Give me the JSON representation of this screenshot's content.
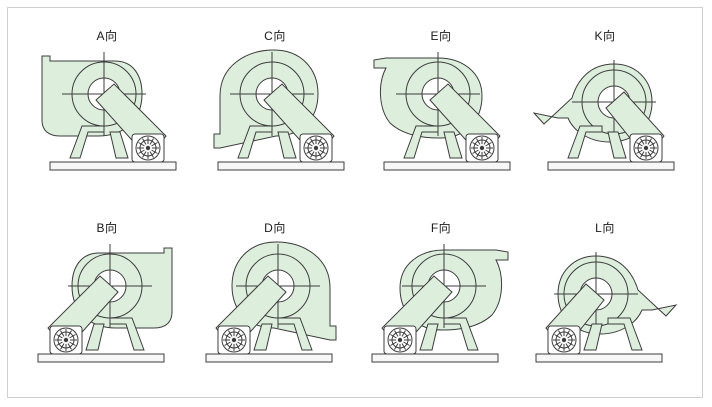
{
  "colors": {
    "body_fill": "#ddeedd",
    "stroke": "#3c3c3c",
    "base_fill": "#f7f7f7",
    "frame_border": "#cfcfcf"
  },
  "fans": [
    {
      "label": "A向",
      "outlet": "top-left-up",
      "motor_side": "right",
      "mirrored": false
    },
    {
      "label": "C向",
      "outlet": "left-down",
      "motor_side": "right",
      "mirrored": false
    },
    {
      "label": "E向",
      "outlet": "top-left-horizontal",
      "motor_side": "right",
      "mirrored": false
    },
    {
      "label": "K向",
      "outlet": "left-angled-down",
      "motor_side": "right",
      "mirrored": false
    },
    {
      "label": "B向",
      "outlet": "top-right-up",
      "motor_side": "left",
      "mirrored": true
    },
    {
      "label": "D向",
      "outlet": "right-down",
      "motor_side": "left",
      "mirrored": true
    },
    {
      "label": "F向",
      "outlet": "top-right-horizontal",
      "motor_side": "left",
      "mirrored": true
    },
    {
      "label": "L向",
      "outlet": "right-angled-down",
      "motor_side": "left",
      "mirrored": true
    }
  ]
}
